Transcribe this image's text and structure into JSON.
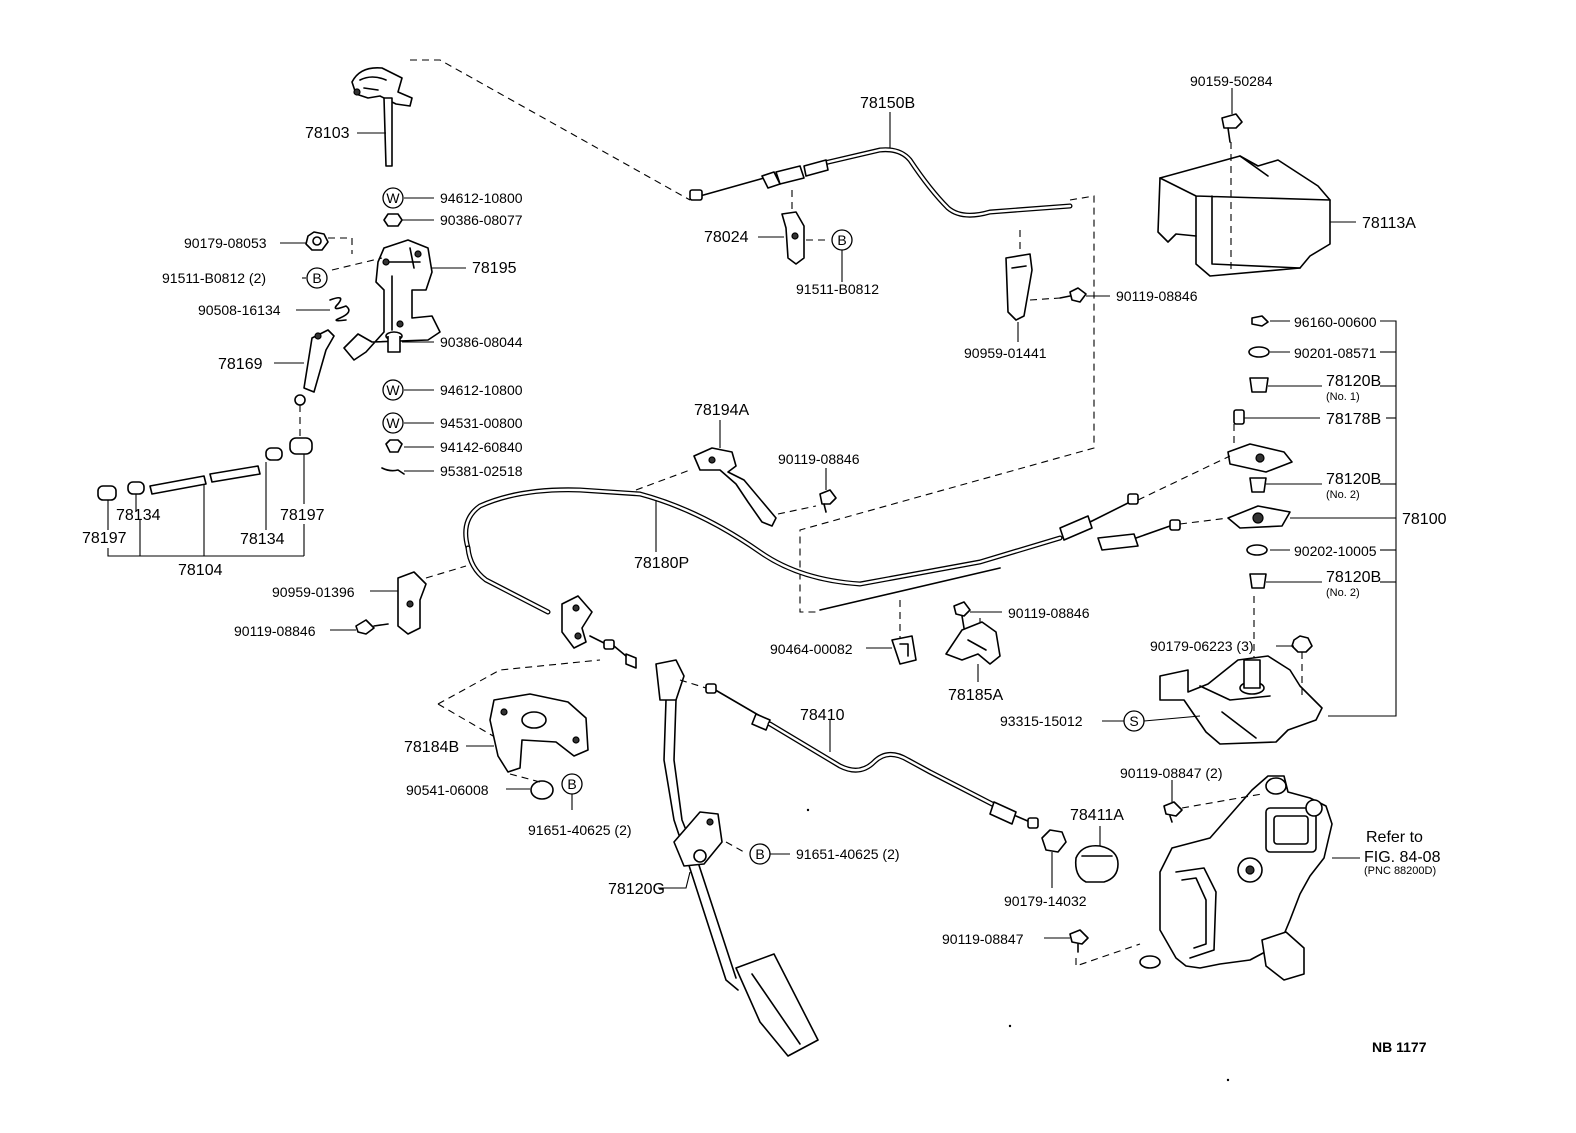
{
  "diagram": {
    "code": "NB 1177",
    "reference": {
      "line1": "Refer to",
      "line2": "FIG. 84-08",
      "line3": "(PNC 88200D)"
    },
    "labels": {
      "p78103": "78103",
      "p94612_a": "94612-10800",
      "p90386_08077": "90386-08077",
      "p90179_08053": "90179-08053",
      "p78195": "78195",
      "p91511_b0812_2": "91511-B0812 (2)",
      "p90508": "90508-16134",
      "p90386_08044": "90386-08044",
      "p78169": "78169",
      "p94612_b": "94612-10800",
      "p94531": "94531-00800",
      "p94142": "94142-60840",
      "p95381": "95381-02518",
      "p78134_a": "78134",
      "p78197_a": "78197",
      "p78134_b": "78134",
      "p78197_b": "78197",
      "p78104": "78104",
      "p78150b": "78150B",
      "p78024": "78024",
      "p91511_b0812": "91511-B0812",
      "p90119_08846_a": "90119-08846",
      "p90959_01441": "90959-01441",
      "p90159": "90159-50284",
      "p78113a": "78113A",
      "p96160": "96160-00600",
      "p90201": "90201-08571",
      "p78120b_1": "78120B",
      "p78120b_1_sub": "(No. 1)",
      "p78178b": "78178B",
      "p78120b_2": "78120B",
      "p78120b_2_sub": "(No. 2)",
      "p78100": "78100",
      "p90202": "90202-10005",
      "p78120b_3": "78120B",
      "p78120b_3_sub": "(No. 2)",
      "p78194a": "78194A",
      "p90119_08846_b": "90119-08846",
      "p78180p": "78180P",
      "p90959_01396": "90959-01396",
      "p90119_08846_c": "90119-08846",
      "p90464": "90464-00082",
      "p90119_08846_d": "90119-08846",
      "p78185a": "78185A",
      "p90179_06223": "90179-06223 (3)",
      "p93315": "93315-15012",
      "p78184b": "78184B",
      "p90541": "90541-06008",
      "p91651_a": "91651-40625 (2)",
      "p78410": "78410",
      "p91651_b": "91651-40625 (2)",
      "p78120g": "78120G",
      "p78411a": "78411A",
      "p90179_14032": "90179-14032",
      "p90119_08847_a": "90119-08847 (2)",
      "p90119_08847_b": "90119-08847"
    },
    "badges": {
      "washer": "W",
      "bolt": "B",
      "screw": "S"
    }
  }
}
